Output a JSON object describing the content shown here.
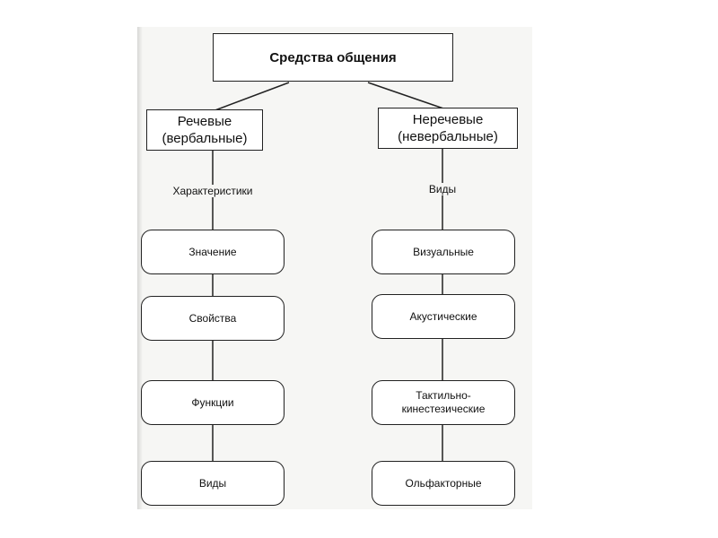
{
  "root": {
    "label": "Средства общения"
  },
  "verbal": {
    "line1": "Речевые",
    "line2": "(вербальные)",
    "branch_label": "Характеристики",
    "items": [
      "Значение",
      "Свойства",
      "Функции",
      "Виды"
    ]
  },
  "nonverbal": {
    "line1": "Неречевые",
    "line2": "(невербальные)",
    "branch_label": "Виды",
    "items": [
      "Визуальные",
      "Акустические",
      "Тактильно-\nкинестезические",
      "Ольфакторные"
    ]
  }
}
